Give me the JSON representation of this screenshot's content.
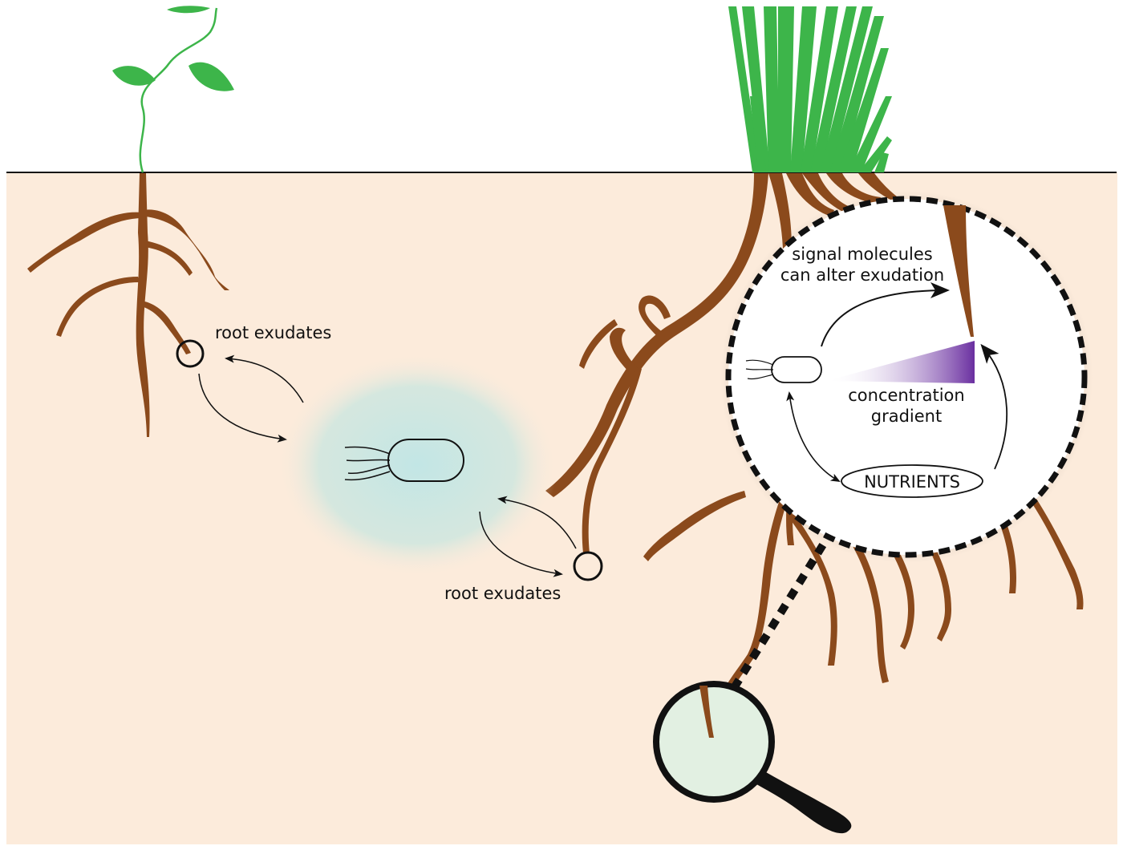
{
  "diagram": {
    "labels": {
      "root_exudates_left": "root exudates",
      "root_exudates_right": "root exudates",
      "signal_line1": "signal molecules",
      "signal_line2": "can alter exudation",
      "gradient_line1": "concentration",
      "gradient_line2": "gradient",
      "nutrients": "NUTRIENTS"
    },
    "colors": {
      "soil": "#fcebdb",
      "sky": "#ffffff",
      "root": "#8b4a1c",
      "leaf": "#3db54a",
      "halo": "#bfe6e6",
      "gradient": "#7b3fa8",
      "lens": "#e2f0e2",
      "outline": "#111111"
    },
    "icons": [
      "vine-plant-icon",
      "grass-plant-icon",
      "bacterium-icon",
      "magnifying-glass-icon"
    ]
  }
}
